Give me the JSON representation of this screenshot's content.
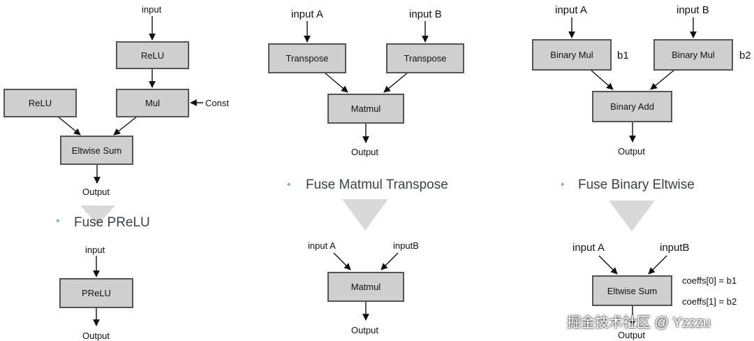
{
  "left": {
    "top_input": "input",
    "relu_top": "ReLU",
    "relu_left": "ReLU",
    "mul": "Mul",
    "const": "Const",
    "eltwise_sum": "Eltwise Sum",
    "output_top": "Output",
    "caption": "Fuse PReLU",
    "bottom_input": "input",
    "prelu": "PReLU",
    "output_bottom": "Output"
  },
  "middle": {
    "input_a": "input A",
    "input_b": "input B",
    "transpose_a": "Transpose",
    "transpose_b": "Transpose",
    "matmul_top": "Matmul",
    "output_top": "Output",
    "caption": "Fuse Matmul Transpose",
    "input_a_bottom": "input A",
    "input_b_bottom": "inputB",
    "matmul_bottom": "Matmul",
    "output_bottom": "Output"
  },
  "right": {
    "input_a": "input A",
    "input_b": "input B",
    "binary_mul_a": "Binary Mul",
    "binary_mul_b": "Binary Mul",
    "b1": "b1",
    "b2": "b2",
    "binary_add": "Binary Add",
    "output_top": "Output",
    "caption": "Fuse Binary Eltwise",
    "input_a_bottom": "input A",
    "input_b_bottom": "inputB",
    "eltwise_sum": "Eltwise Sum",
    "coeff0": "coeffs[0] = b1",
    "coeff1": "coeffs[1] = b2",
    "output_bottom": "Output"
  },
  "watermark": "掘金技术社区 @ Yzzzu",
  "colors": {
    "box_fill": "#cfcfcf",
    "box_border": "#555555",
    "fuse_arrow": "#d9d9d9",
    "bullet": "#7fb8e0"
  }
}
